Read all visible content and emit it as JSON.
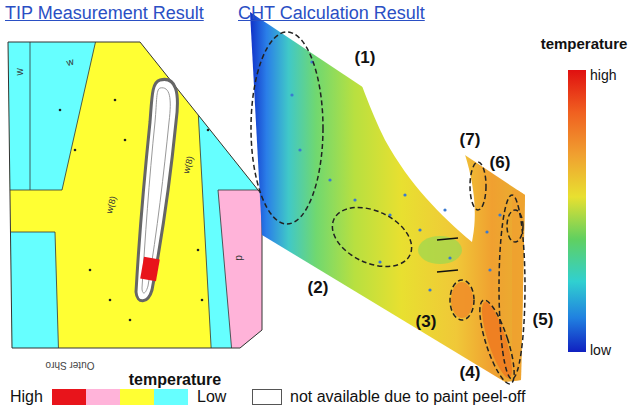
{
  "diagram": {
    "labels": [
      "TIP Measurement Result",
      "CHT Calculation Result",
      "w",
      "w",
      "w(8)",
      "w(8)",
      "p",
      "Outer Shro",
      "(1)",
      "(2)",
      "(3)",
      "(4)",
      "(5)",
      "(6)",
      "(7)",
      "temperature",
      "high",
      "low",
      "temperature"
    ],
    "legend": [
      {
        "text": "High",
        "color": "#e8141b"
      },
      {
        "text": "Low",
        "color": "#66ffff"
      },
      {
        "text": "not available due to paint peel-off",
        "color": "#ffffff"
      }
    ]
  }
}
